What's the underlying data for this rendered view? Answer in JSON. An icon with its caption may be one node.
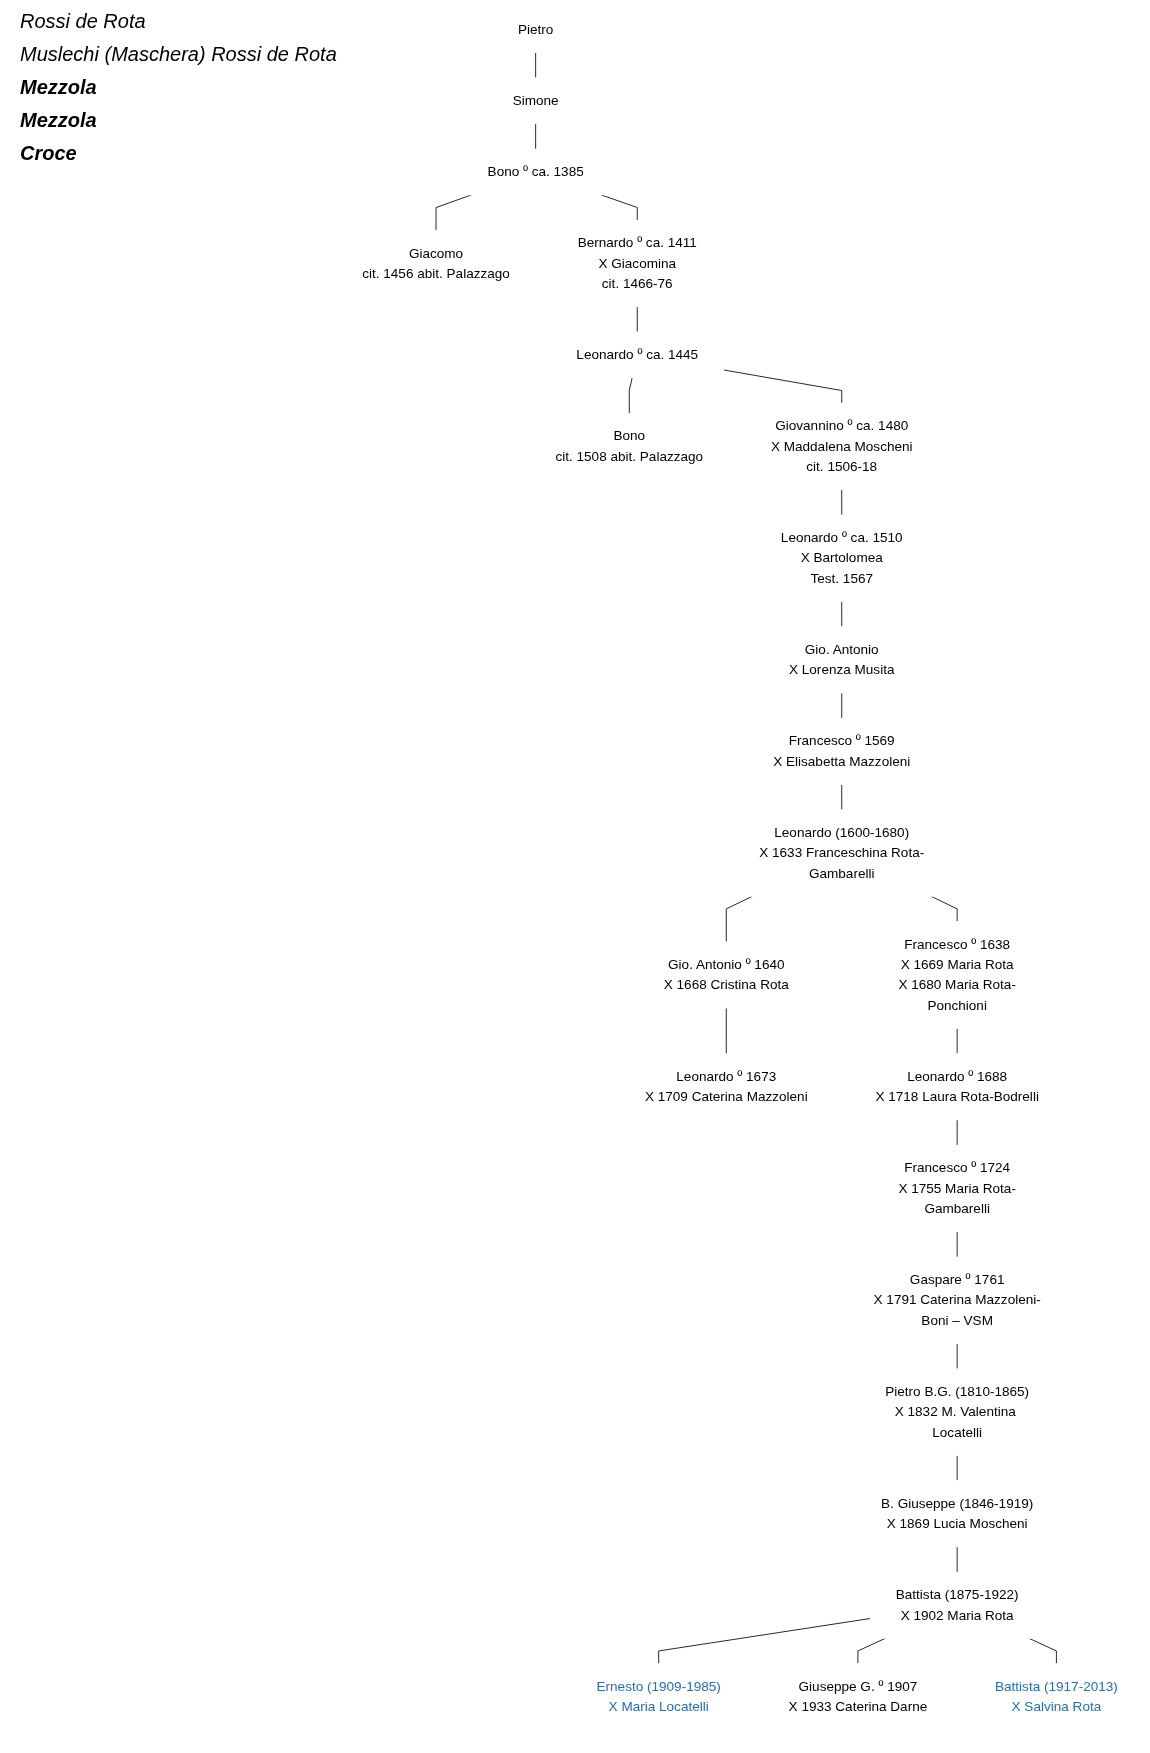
{
  "diagram": {
    "nodes": [
      {
        "text": [
          "Pietro"
        ]
      },
      {
        "text": [
          "Simone"
        ]
      },
      {
        "text": [
          "Bono º ca. 1385"
        ]
      },
      {
        "text": [
          "Giacomo",
          "cit. 1456 abit. Palazzago"
        ]
      },
      {
        "text": [
          "Bernardo º ca. 1411",
          "X Giacomina",
          "cit. 1466-76"
        ]
      },
      {
        "text": [
          "Leonardo º ca. 1445"
        ]
      },
      {
        "text": [
          "Bono",
          "cit. 1508 abit. Palazzago"
        ]
      },
      {
        "text": [
          "Giovannino º ca. 1480",
          "X Maddalena Moscheni",
          "cit. 1506-18"
        ]
      },
      {
        "text": [
          "Leonardo º ca. 1510",
          "X Bartolomea",
          "Test. 1567"
        ]
      },
      {
        "text": [
          "Gio. Antonio",
          "X Lorenza Musita"
        ]
      },
      {
        "text": [
          "Francesco º 1569",
          "X Elisabetta Mazzoleni"
        ]
      },
      {
        "text": [
          "Leonardo (1600-1680)",
          "X 1633 Franceschina Rota-Gambarelli"
        ]
      },
      {
        "text": [
          "Gio. Antonio º 1640",
          "X 1668 Cristina Rota"
        ]
      },
      {
        "text": [
          "Francesco º 1638",
          "X 1669 Maria Rota",
          "X 1680 Maria Rota-Ponchioni"
        ]
      },
      {
        "text": [
          "Leonardo º 1673",
          "X 1709 Caterina Mazzoleni"
        ]
      },
      {
        "text": [
          "Leonardo º 1688",
          "X 1718 Laura Rota-Bodrelli"
        ]
      },
      {
        "text": [
          "Francesco º 1724",
          "X 1755 Maria Rota-Gambarelli"
        ]
      },
      {
        "text": [
          "Gaspare º 1761",
          "X 1791 Caterina Mazzoleni-Boni – VSM"
        ]
      },
      {
        "text": [
          "Pietro B.G. (1810-1865)",
          "X 1832 M. Valentina Locatelli"
        ]
      },
      {
        "text": [
          "B. Giuseppe (1846-1919)",
          "X 1869 Lucia Moscheni"
        ]
      },
      {
        "text": [
          "Battista (1875-1922)",
          "X 1902 Maria Rota"
        ]
      },
      {
        "text": [
          "Ernesto (1909-1985)",
          "X Maria Locatelli"
        ]
      },
      {
        "text": [
          "Giuseppe G. º 1907",
          "X 1933 Caterina Darne"
        ]
      },
      {
        "text": [
          "Battista (1917-2013)",
          "X Salvina Rota"
        ]
      }
    ],
    "edges": [
      {
        "from": 0,
        "to": 1,
        "arrow": "none"
      },
      {
        "from": 1,
        "to": 2,
        "arrow": "none"
      },
      {
        "from": 2,
        "to": 3,
        "arrow": "none"
      },
      {
        "from": 2,
        "to": 4,
        "arrow": "none"
      },
      {
        "from": 4,
        "to": 5,
        "arrow": "none"
      },
      {
        "from": 5,
        "to": 6,
        "arrow": "none"
      },
      {
        "from": 5,
        "to": 7,
        "arrow": "none"
      },
      {
        "from": 7,
        "to": 8,
        "arrow": "none"
      },
      {
        "from": 8,
        "to": 9,
        "arrow": "none"
      },
      {
        "from": 9,
        "to": 10,
        "arrow": "none"
      },
      {
        "from": 10,
        "to": 11,
        "arrow": "none"
      },
      {
        "from": 11,
        "to": 12,
        "arrow": "none"
      },
      {
        "from": 11,
        "to": 13,
        "arrow": "none"
      },
      {
        "from": 12,
        "to": 14,
        "arrow": "none"
      },
      {
        "from": 13,
        "to": 15,
        "arrow": "none"
      },
      {
        "from": 15,
        "to": 16,
        "arrow": "none"
      },
      {
        "from": 16,
        "to": 17,
        "arrow": "none"
      },
      {
        "from": 17,
        "to": 18,
        "arrow": "none"
      },
      {
        "from": 18,
        "to": 19,
        "arrow": "none"
      },
      {
        "from": 19,
        "to": 20,
        "arrow": "none"
      },
      {
        "from": 20,
        "to": 21,
        "arrow": "none"
      },
      {
        "from": 20,
        "to": 22,
        "arrow": "none"
      },
      {
        "from": 20,
        "to": 23,
        "arrow": "none"
      }
    ],
    "labels": [
      "Rossi de Rota",
      "Muslechi (Maschera) Rossi de Rota",
      "Mezzola",
      "Mezzola",
      "Croce"
    ]
  }
}
